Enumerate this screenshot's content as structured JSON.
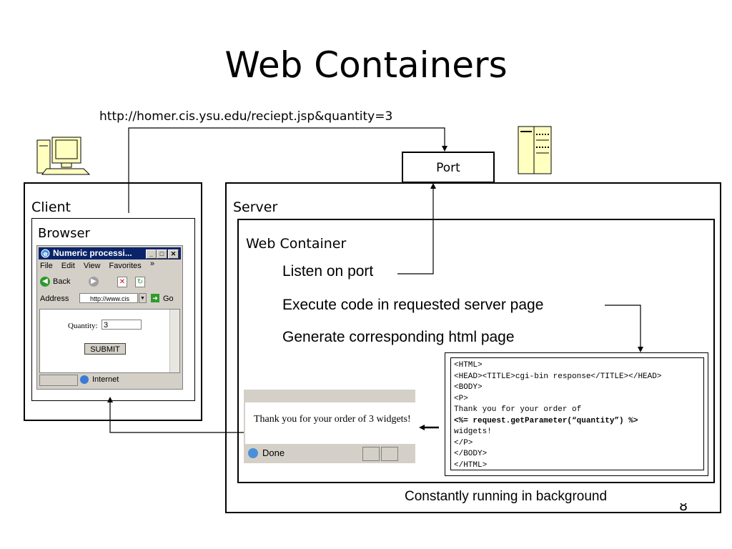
{
  "title": "Web Containers",
  "url": "http://homer.cis.ysu.edu/reciept.jsp&quantity=3",
  "port_label": "Port",
  "client": {
    "label": "Client",
    "browser_label": "Browser",
    "window": {
      "title": "Numeric processi...",
      "menu": [
        "File",
        "Edit",
        "View",
        "Favorites"
      ],
      "back_label": "Back",
      "address_label": "Address",
      "address_value": "http://www.cis",
      "go_label": "Go",
      "quantity_label": "Quantity:",
      "quantity_value": "3",
      "submit_label": "SUBMIT",
      "status_zone": "Internet"
    }
  },
  "server": {
    "label": "Server",
    "container_label": "Web Container",
    "steps": [
      "Listen on port",
      "Execute code in requested server page",
      "Generate corresponding html page"
    ],
    "response_message": "Thank you for your order of 3 widgets!",
    "response_status": "Done",
    "background_note": "Constantly running in background"
  },
  "code_lines": [
    "<HTML>",
    "<HEAD><TITLE>cgi-bin response</TITLE></HEAD>",
    "<BODY>",
    "<P>",
    "Thank you for your order of",
    "<%= request.getParameter(“quantity”) %>",
    "widgets!",
    "</P>",
    "</BODY>",
    "</HTML>"
  ],
  "page_number": "8"
}
